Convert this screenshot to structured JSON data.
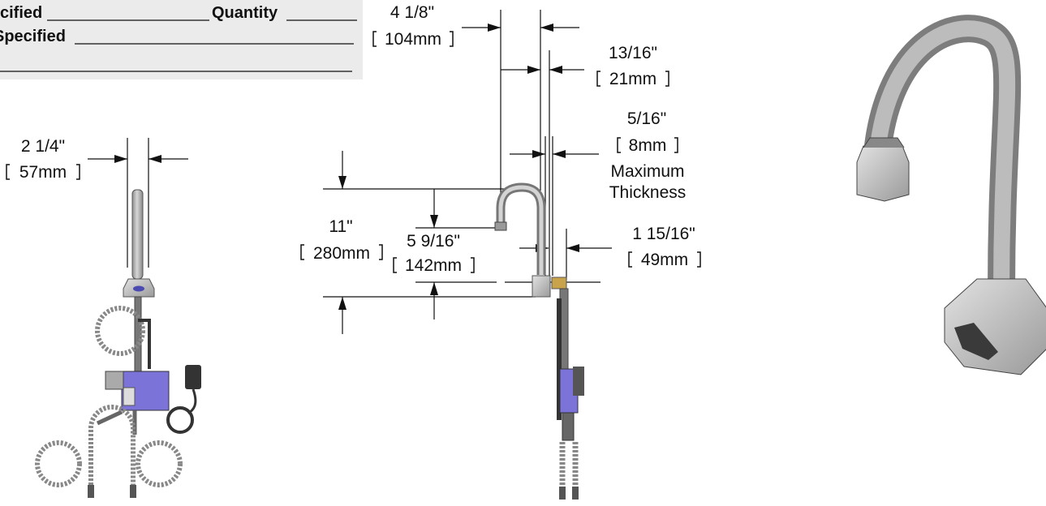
{
  "form": {
    "field1_label": "cified",
    "field2_label": "Quantity",
    "field3_label": "Specified"
  },
  "dimensions": {
    "width_2_1_4_in": "2 1/4\"",
    "width_57_mm": "57mm",
    "spread_4_1_8_in": "4 1/8\"",
    "spread_104_mm": "104mm",
    "base_13_16_in": "13/16\"",
    "base_21_mm": "21mm",
    "thick_5_16_in": "5/16\"",
    "thick_8_mm": "8mm",
    "thick_note_1": "Maximum",
    "thick_note_2": "Thickness",
    "height_11_in": "11\"",
    "height_280_mm": "280mm",
    "outlet_5_9_16_in": "5 9/16\"",
    "outlet_142_mm": "142mm",
    "depth_1_15_16_in": "1 15/16\"",
    "depth_49_mm": "49mm"
  },
  "colors": {
    "form_bg": "#ebebeb",
    "metal": "#b9b9b9",
    "metal_dark": "#7a7a7a",
    "valve_blue": "#7b73d8",
    "hose": "#8a8a8a"
  }
}
